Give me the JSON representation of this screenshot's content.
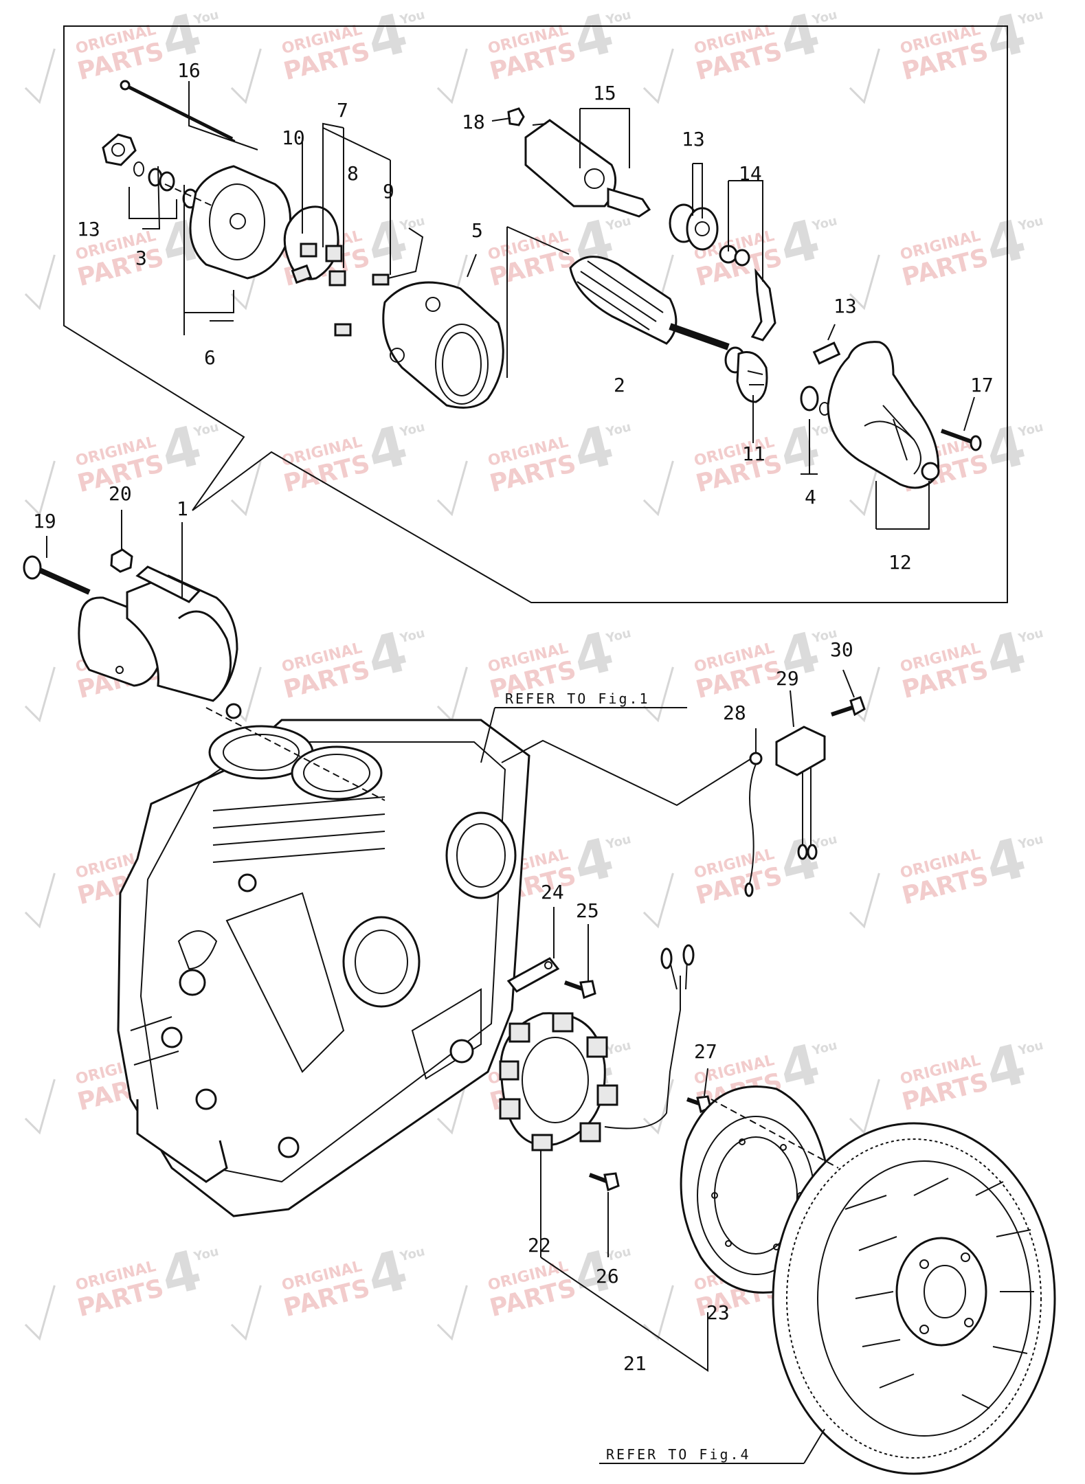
{
  "watermark": {
    "line1": "ORIGINAL",
    "line2": "PARTS",
    "big": "4",
    "small": "You",
    "color_red": "#e9a3a3",
    "color_grey": "#cfcfcf"
  },
  "references": {
    "fig1": "REFER TO Fig.1",
    "fig4": "REFER TO Fig.4"
  },
  "callouts": {
    "c1": "1",
    "c2": "2",
    "c3": "3",
    "c4": "4",
    "c5": "5",
    "c6": "6",
    "c7": "7",
    "c8": "8",
    "c9": "9",
    "c10": "10",
    "c11": "11",
    "c12": "12",
    "c13a": "13",
    "c13b": "13",
    "c13c": "13",
    "c14": "14",
    "c15": "15",
    "c16": "16",
    "c17": "17",
    "c18": "18",
    "c19": "19",
    "c20": "20",
    "c21": "21",
    "c22": "22",
    "c23": "23",
    "c24": "24",
    "c25": "25",
    "c26": "26",
    "c27": "27",
    "c28": "28",
    "c29": "29",
    "c30": "30"
  }
}
